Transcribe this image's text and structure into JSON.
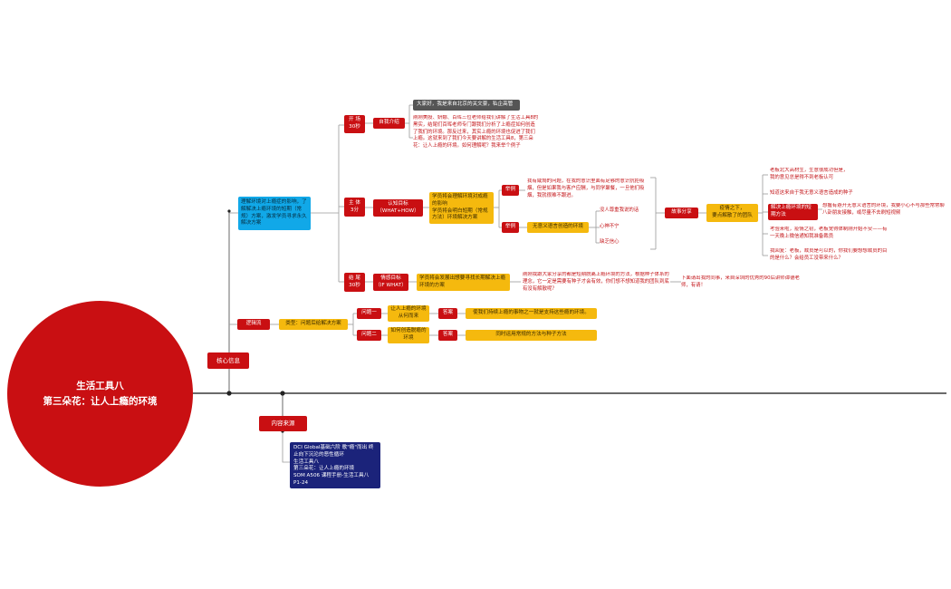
{
  "root": {
    "title": "生活工具八\n第三朵花：让人上瘾的环境"
  },
  "branches": {
    "core": "核心信息",
    "source": "内容来源"
  },
  "blue_node": "理解环境对上瘾症的影响，了解解决上瘾环境的短期（常规）方案，激发学员寻求永久解决方案",
  "logic_flow": "逻辑流",
  "type_label": "类型：问题后给解决方案",
  "phases": {
    "open": {
      "label": "开 场\n30秒",
      "goal": "自我介绍"
    },
    "body": {
      "label": "主 体\n3分",
      "goal": "认知目标\n（WHAT+HOW）",
      "desc": "学员将会理解环境对成瘾的影响\n学员将会明白短期（常规方法）环境解决方案"
    },
    "close": {
      "label": "结 尾\n30秒",
      "goal": "情感目标\n（IF WHAT）",
      "desc": "学员将会发展出想要寻找长期解决上瘾环境的方案"
    }
  },
  "intro_greeting": "大家好，我是来自北京的关文豪，私企高管",
  "intro_text": "刚刚美股、妍娜、百晖三位老师给我们讲解了生活工具8的黑实，结尾们百晖老师专门跟我们分析了上瘾症如何创造了我们的环境。那反过来，其实上瘾的环境也促进了我们上瘾。这就来到了我们今天要讲解的生活工具8，第三朵花：让人上瘾的环境。如何理解呢？我来举个例子",
  "example_label": "举例",
  "example1_text": "我有咸焗的问题，在我的意识里面有足够的意识抗拒吸烟，但是如果我与客户应酬，与同学聚餐，一旦他们吸烟，我就很难不跟进。",
  "example2_node": "无意义语言创造的环境",
  "example2_items": [
    "没人尊重我说的话",
    "心神不宁",
    "缺乏信心"
  ],
  "story_share": "故事分享",
  "epidemic_node": "疫情之下，\n要点解散了的团队",
  "story_texts": {
    "s1": "老板北大高材生，生意很成功但是，\n我的意见总是得不到老板认可",
    "s2": "知道这来自于我无意义语言造成的种子",
    "s3": "想握有避开无意义语言的环境，我要小心不与那些常常聊八卦朋友接触，或尽量不去刷短视频",
    "s4": "考验来啦，疫情之初，老板觉得体制刚开始不安——有一天晚上微信通知我准备裁员",
    "s5": "我回复：老板，裁员是可以的，你我们要想想裁员的目的是什么？会给员工没带来什么？"
  },
  "short_solution": "解决上瘾环境的短期方法",
  "close_text": "刚刚我跟大家分享的都是短期脱离上瘾环境的方法，根据种子体系的理念，它一定是需要有种子才会有效，你们想不想知道我的团队到底有没有解散呢？",
  "close_follow": "下面请出我的同事，来自深圳的优秀的90后讲师谭德老师，有请！",
  "questions": {
    "q1": {
      "label": "问题一",
      "question": "让人上瘾的环境从何而来",
      "answer_label": "答案",
      "answer": "使我们持续上瘾的事物之一就是支持这些瘾的环境。"
    },
    "q2": {
      "label": "问题二",
      "question": "如何创造脱瘾的环境",
      "answer_label": "答案",
      "answer": "同时运用常规的方法与种子方法"
    }
  },
  "source_text": "DCI Global基础六阶 歌\"瘾\"而出 终止向下沉沦的恶性循环\n生活工具八\n第三朵花：让人上瘾的环境\nSOM A506 课程手册-生活工具八\nP1-24",
  "colors": {
    "red": "#c90f12",
    "yellow": "#f5b90e",
    "blue": "#11a8e8",
    "navy": "#1b237a",
    "line": "#8a8a8a"
  }
}
